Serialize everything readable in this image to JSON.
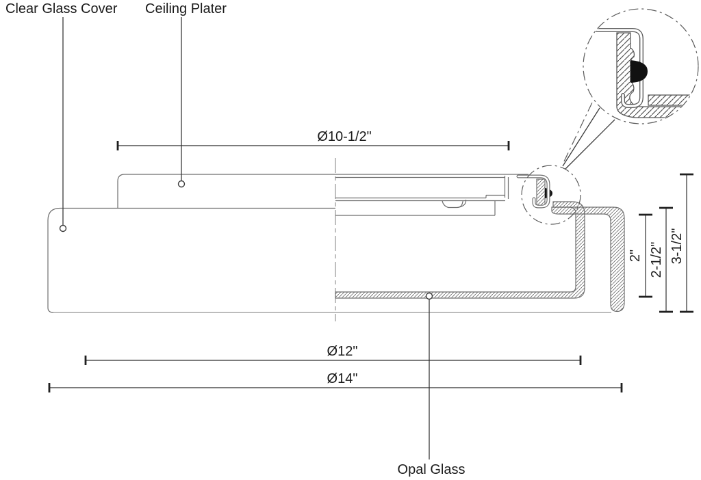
{
  "drawing": {
    "title": "Flush mount ceiling light fixture cross-section",
    "labels": {
      "clear_glass_cover": "Clear Glass Cover",
      "ceiling_plater": "Ceiling Plater",
      "opal_glass": "Opal Glass"
    },
    "dimensions": {
      "plate_diameter": "Ø10-1/2\"",
      "glass_diameter": "Ø12\"",
      "overall_diameter": "Ø14\"",
      "opal_height": "2\"",
      "cover_height": "2-1/2\"",
      "overall_height": "3-1/2\""
    },
    "colors": {
      "outline": "#6e6e6e",
      "dimension_line": "#2f2f2f",
      "text": "#1b1b1b",
      "hatch": "#707070",
      "gasket_fill": "#111111",
      "background": "#ffffff"
    }
  }
}
